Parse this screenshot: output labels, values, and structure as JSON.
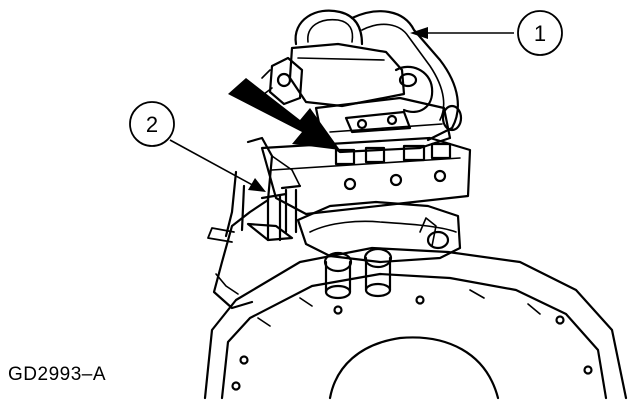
{
  "figure": {
    "code": "GD2993–A",
    "callouts": [
      {
        "label": "1"
      },
      {
        "label": "2"
      }
    ]
  }
}
